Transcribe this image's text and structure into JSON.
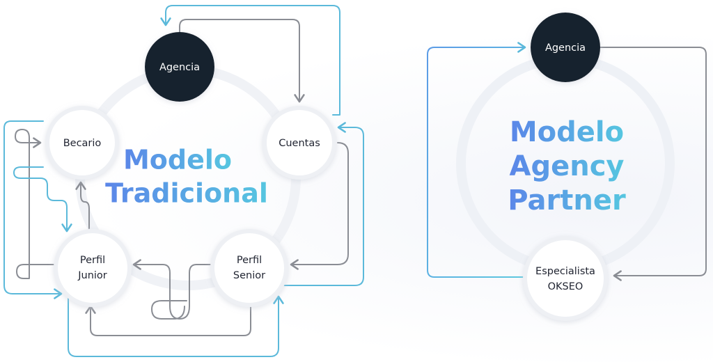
{
  "traditional": {
    "title_line1": "Modelo",
    "title_line2": "Tradicional",
    "nodes": {
      "agencia": "Agencia",
      "cuentas": "Cuentas",
      "becario": "Becario",
      "junior_line1": "Perfil",
      "junior_line2": "Junior",
      "senior_line1": "Perfil",
      "senior_line2": "Senior"
    }
  },
  "partner": {
    "title_line1": "Modelo",
    "title_line2": "Agency",
    "title_line3": "Partner",
    "nodes": {
      "agencia": "Agencia",
      "especialista_line1": "Especialista",
      "especialista_line2": "OKSEO"
    }
  },
  "colors": {
    "dark_node": "#14202e",
    "arrow_gray": "#8a8d94",
    "arrow_blue": "#5bb9da",
    "gradient_blue": "#5b86e8",
    "gradient_cyan": "#56c6e0"
  }
}
